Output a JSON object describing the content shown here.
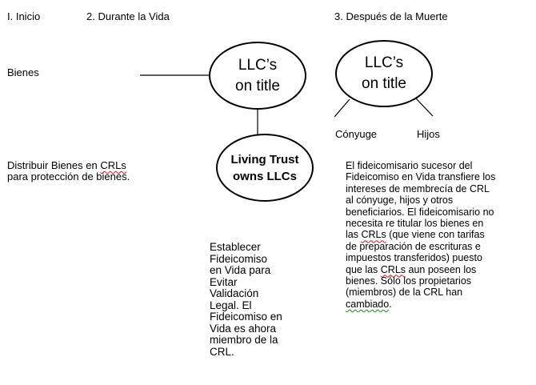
{
  "headers": {
    "inicio": "I. Inicio",
    "durante": "2.  Durante la Vida",
    "despues": "3.  Después de la Muerte"
  },
  "labels": {
    "bienes": "Bienes",
    "conyuge": "Cónyuge",
    "hijos": "Hijos"
  },
  "ovals": {
    "llc_during": [
      "LLC’s",
      "on title"
    ],
    "llc_after": [
      "LLC’s",
      "on title"
    ],
    "living_trust": [
      "Living Trust",
      "owns LLCs"
    ]
  },
  "left_text": {
    "line1_pre": "Distribuir  Bienes en ",
    "line1_flag": "CRLs",
    "line2": "para protección de bienes."
  },
  "middle_text": {
    "lines": [
      "Establecer",
      "Fideicomiso",
      "en Vida para",
      "Evitar",
      "Validación",
      "Legal. El",
      "Fideicomiso en",
      "Vida es ahora",
      "miembro de la",
      "CRL."
    ]
  },
  "right_text": {
    "l1": "El fideicomisario sucesor del",
    "l2": "Fideicomiso en Vida transfiere los",
    "l3": "intereses de membrecía de CRL",
    "l4": "al cónyuge, hijos y otros",
    "l5": "beneficiarios. El fideicomisario no",
    "l6": "necesita re titular los bienes en",
    "l7_pre": "las ",
    "l7_flag": "CRLs",
    "l7_post": " (que viene con tarifas",
    "l8": "de preparación de escrituras e",
    "l9": "impuestos transferidos) puesto",
    "l10_pre": "que las ",
    "l10_flag": "CRLs",
    "l10_post": " aun poseen  los",
    "l11": "bienes.  Sólo los propietarios",
    "l12": "(miembros)  de la CRL han",
    "l13_flag": "cambiado",
    "l13_post": "."
  }
}
